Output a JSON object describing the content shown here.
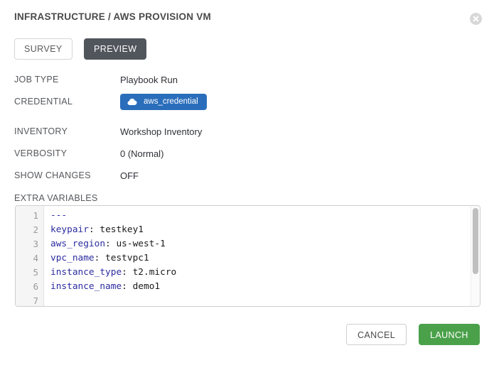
{
  "dialog": {
    "title": "INFRASTRUCTURE / AWS PROVISION VM",
    "close_icon": "close-icon"
  },
  "tabs": [
    {
      "id": "survey",
      "label": "SURVEY",
      "active": false
    },
    {
      "id": "preview",
      "label": "PREVIEW",
      "active": true
    }
  ],
  "details": [
    {
      "label": "JOB TYPE",
      "value": "Playbook Run"
    },
    {
      "label": "CREDENTIAL",
      "value": "aws_credential",
      "badge": true,
      "icon": "cloud-icon"
    },
    {
      "label": "INVENTORY",
      "value": "Workshop Inventory"
    },
    {
      "label": "VERBOSITY",
      "value": "0 (Normal)"
    },
    {
      "label": "SHOW CHANGES",
      "value": "OFF"
    }
  ],
  "extra_variables": {
    "label": "EXTRA VARIABLES",
    "lines": [
      {
        "n": "1",
        "key": "---",
        "punct": "",
        "value": ""
      },
      {
        "n": "2",
        "key": "keypair",
        "punct": ":",
        "value": " testkey1"
      },
      {
        "n": "3",
        "key": "aws_region",
        "punct": ":",
        "value": " us-west-1"
      },
      {
        "n": "4",
        "key": "vpc_name",
        "punct": ":",
        "value": " testvpc1"
      },
      {
        "n": "5",
        "key": "instance_type",
        "punct": ":",
        "value": " t2.micro"
      },
      {
        "n": "6",
        "key": "instance_name",
        "punct": ":",
        "value": " demo1"
      },
      {
        "n": "7",
        "key": "",
        "punct": "",
        "value": ""
      }
    ]
  },
  "footer": {
    "cancel_label": "CANCEL",
    "launch_label": "LAUNCH"
  },
  "colors": {
    "badge_blue": "#2a6ebb",
    "launch_green": "#4aa14a",
    "tab_active": "#51555c",
    "key_blue": "#2c2ca0"
  }
}
